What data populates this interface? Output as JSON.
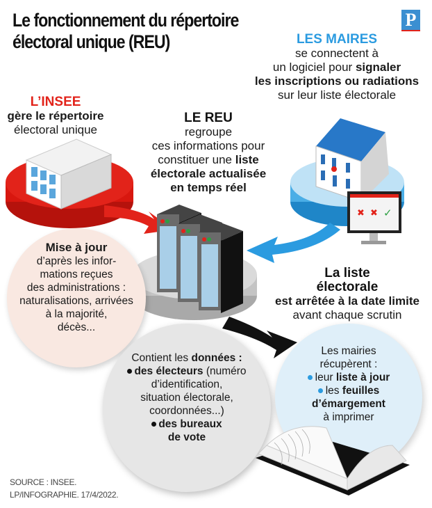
{
  "header": {
    "title_line1": "Le fonctionnement  du répertoire",
    "title_line2": "électoral  unique (REU)",
    "logo_letter": "P"
  },
  "colors": {
    "red": "#e2231a",
    "blue": "#2b9be0",
    "pink_bg": "#f9e8e1",
    "gray_bg": "#e6e6e6",
    "light_blue_bg": "#dfeff9"
  },
  "maires": {
    "heading": "LES MAIRES",
    "line1": "se connectent à",
    "line2_a": "un logiciel pour ",
    "line2_b": "signaler",
    "line3": "les inscriptions ou radiations",
    "line4": "sur leur liste électorale"
  },
  "insee": {
    "heading": "L’INSEE",
    "line1": "gère le répertoire",
    "line2": "électoral unique"
  },
  "reu": {
    "heading": "LE REU",
    "line1": "regroupe",
    "line2": "ces informations pour",
    "line3_a": "constituer une ",
    "line3_b": "liste",
    "line4": "électorale actualisée",
    "line5": "en temps réel"
  },
  "mise_a_jour": {
    "heading": "Mise à jour",
    "line1": "d’après les infor-",
    "line2": "mations reçues",
    "line3": "des administrations :",
    "line4": "naturalisations, arrivées",
    "line5": "à la majorité,",
    "line6": "décès..."
  },
  "liste": {
    "heading1": "La liste",
    "heading2": "électorale",
    "line1": "est arrêtée à la date limite",
    "line2": "avant chaque scrutin"
  },
  "donnees": {
    "line1_a": "Contient les ",
    "line1_b": "données :",
    "item1_bold": "des électeurs",
    "item1_rest": " (numéro",
    "line3": "d’identification,",
    "line4": "situation électorale,",
    "line5": "coordonnées...)",
    "item2_line1": "des bureaux",
    "item2_line2": "de vote"
  },
  "mairies": {
    "line1": "Les mairies",
    "line2": "récupèrent :",
    "item1_a": "leur ",
    "item1_b": "liste à jour",
    "item2_a": "les ",
    "item2_b": "feuilles",
    "item2_c": "d’émargement",
    "item2_d": "à imprimer"
  },
  "footer": {
    "source": "SOURCE : INSEE.",
    "credit": "LP/INFOGRAPHIE.  17/4/2022."
  },
  "icons": {
    "insee_building": "office-building-icon",
    "server": "server-rack-icon",
    "town_hall": "town-hall-icon",
    "monitor": "computer-monitor-icon",
    "book": "open-book-icon"
  }
}
